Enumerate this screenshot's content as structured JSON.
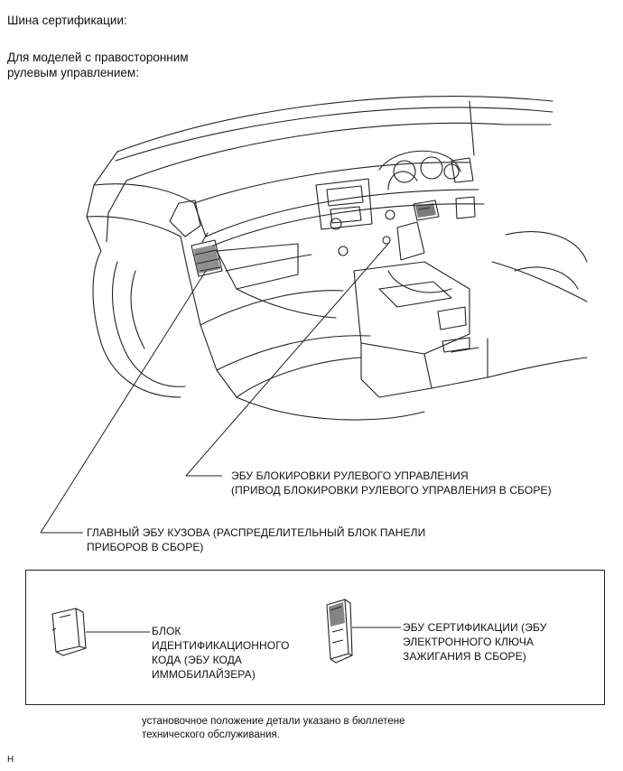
{
  "header": {
    "title": "Шина сертификации:",
    "subtitle_line1": "Для моделей с правосторонним",
    "subtitle_line2": "рулевым управлением:"
  },
  "callouts": {
    "steering_lock": {
      "line1": "ЭБУ БЛОКИРОВКИ РУЛЕВОГО УПРАВЛЕНИЯ",
      "line2": "(ПРИВОД БЛОКИРОВКИ РУЛЕВОГО УПРАВЛЕНИЯ В СБОРЕ)"
    },
    "main_body": {
      "line1": "ГЛАВНЫЙ ЭБУ КУЗОВА (РАСПРЕДЕЛИТЕЛЬНЫЙ БЛОК ПАНЕЛИ",
      "line2": "ПРИБОРОВ В СБОРЕ)"
    }
  },
  "legend": {
    "immobiliser": {
      "line1": "БЛОК",
      "line2": "ИДЕНТИФИКАЦИОННОГО",
      "line3": "КОДА (ЭБУ КОДА",
      "line4": "ИММОБИЛАЙЗЕРА)"
    },
    "certification": {
      "line1": "ЭБУ СЕРТИФИКАЦИИ (ЭБУ",
      "line2": "ЭЛЕКТРОННОГО КЛЮЧА",
      "line3": "ЗАЖИГАНИЯ В СБОРЕ)"
    }
  },
  "footnote": {
    "line1": "установочное положение детали указано в бюллетене",
    "line2": "технического обслуживания."
  },
  "corner_mark": "H"
}
